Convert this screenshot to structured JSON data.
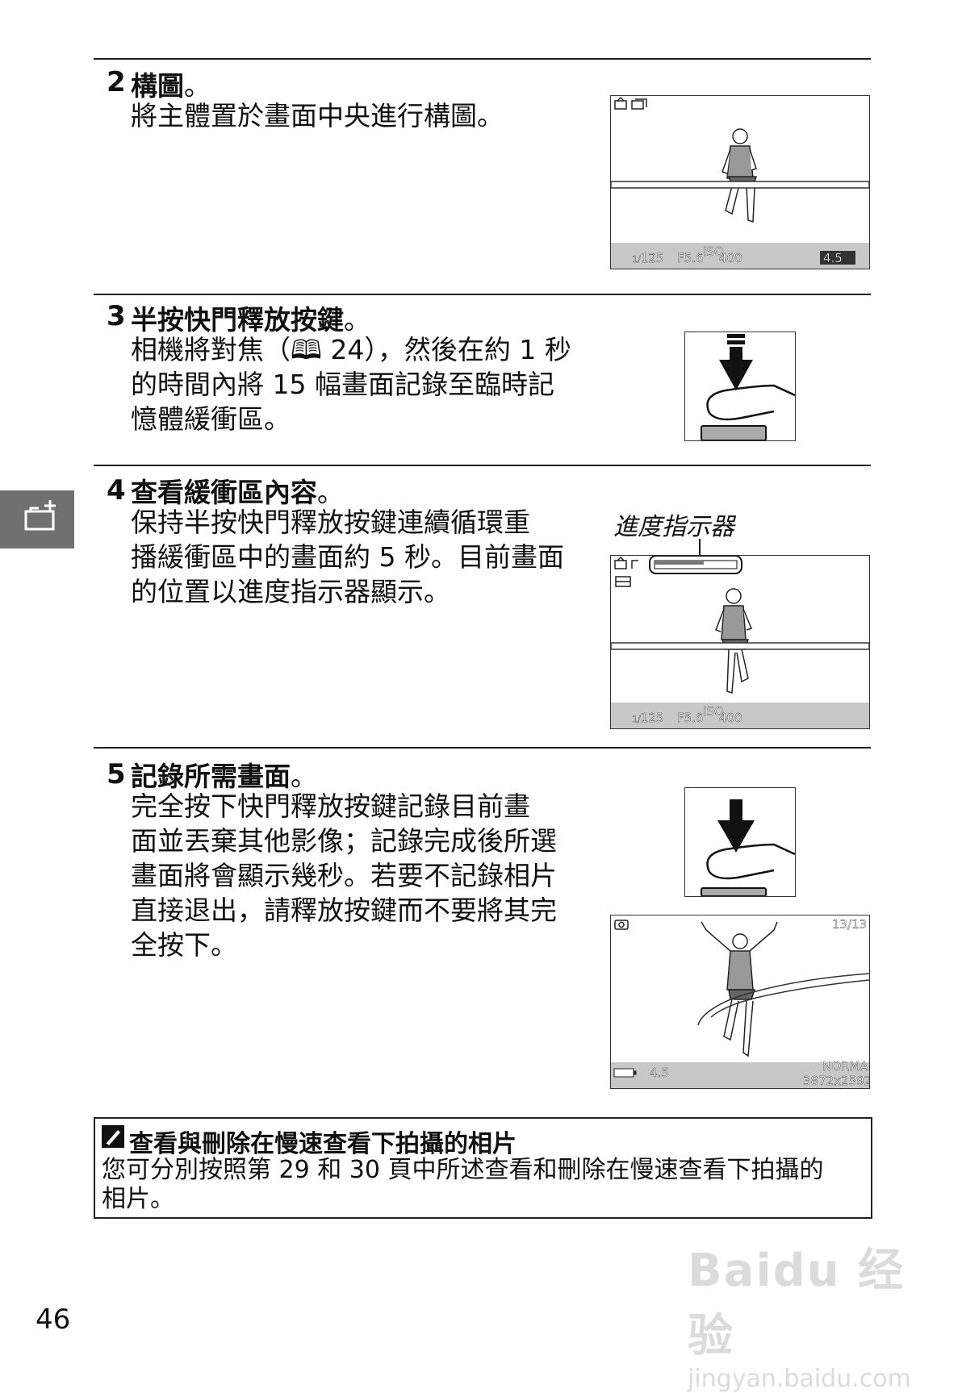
{
  "steps": [
    {
      "number": "2",
      "title": "構圖",
      "punct": "。",
      "lines": [
        "將主體置於畫面中央進行構圖。"
      ]
    },
    {
      "number": "3",
      "title": "半按快門釋放按鍵",
      "punct": "。",
      "lines": [
        "相機將對焦（🕮 24），然後在約 1 秒",
        "的時間內將 15 幅畫面記錄至臨時記",
        "憶體緩衝區。"
      ]
    },
    {
      "number": "4",
      "title": "查看緩衝區內容",
      "punct": "。",
      "lines": [
        "保持半按快門釋放按鍵連續循環重",
        "播緩衝區中的畫面約 5 秒。目前畫面",
        "的位置以進度指示器顯示。"
      ]
    },
    {
      "number": "5",
      "title": "記錄所需畫面",
      "punct": "。",
      "lines": [
        "完全按下快門釋放按鍵記錄目前畫",
        "面並丟棄其他影像；記錄完成後所選",
        "畫面將會顯示幾秒。若要不記錄相片",
        "直接退出，請釋放按鍵而不要將其完",
        "全按下。"
      ]
    }
  ],
  "callout_label": "進度指示器",
  "screen1": {
    "shutter": "125",
    "aperture": "F5.6",
    "iso": "400",
    "buffer": "4.5"
  },
  "screen2": {
    "shutter": "125",
    "aperture": "F5.6",
    "iso": "400"
  },
  "screen3": {
    "frame_count": "13/13",
    "buffer": "4.5",
    "quality": "NORMAL",
    "size": "3872x2592"
  },
  "note": {
    "title": "查看與刪除在慢速查看下拍攝的相片",
    "text_lines": [
      "您可分別按照第 29 和 30 頁中所述查看和刪除在慢速查看下拍攝的",
      "相片。"
    ]
  },
  "page_number": "46",
  "watermark": {
    "brand": "Baidu 经验",
    "url": "jingyan.baidu.com"
  },
  "icons": {
    "pencil": "pencil-icon",
    "side_tab": "slow-view-mode-icon"
  }
}
